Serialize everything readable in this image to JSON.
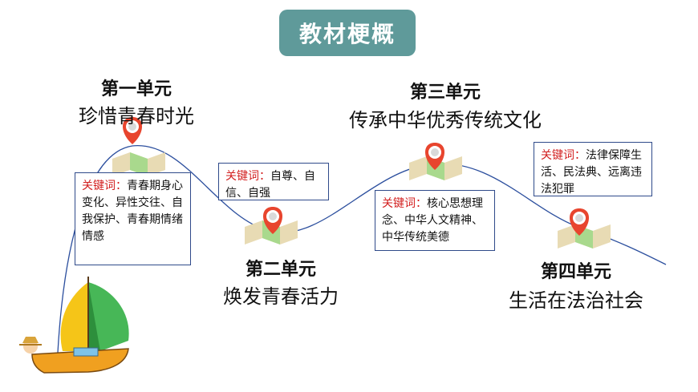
{
  "header": {
    "title": "教材梗概"
  },
  "units": [
    {
      "title": "第一单元",
      "subtitle": "珍惜青春时光",
      "keyword_label": "关键词：",
      "keywords": "青春期身心变化、异性交往、自我保护、青春期情绪情感"
    },
    {
      "title": "第二单元",
      "subtitle": "焕发青春活力",
      "keyword_label": "关键词：",
      "keywords": "自尊、自信、自强"
    },
    {
      "title": "第三单元",
      "subtitle": "传承中华优秀传统文化",
      "keyword_label": "关键词：",
      "keywords": "核心思想理念、中华人文精神、中华传统美德"
    },
    {
      "title": "第四单元",
      "subtitle": "生活在法治社会",
      "keyword_label": "关键词：",
      "keywords": "法律保障生活、民法典、远离违法犯罪"
    }
  ],
  "icons": [
    "location-pin-icon",
    "map-icon",
    "sailboat-icon"
  ],
  "colors": {
    "badge": "#5f9a9a",
    "pin": "#e8452e",
    "curve": "#2c4f9e",
    "keyword_label": "#d21e1e"
  }
}
